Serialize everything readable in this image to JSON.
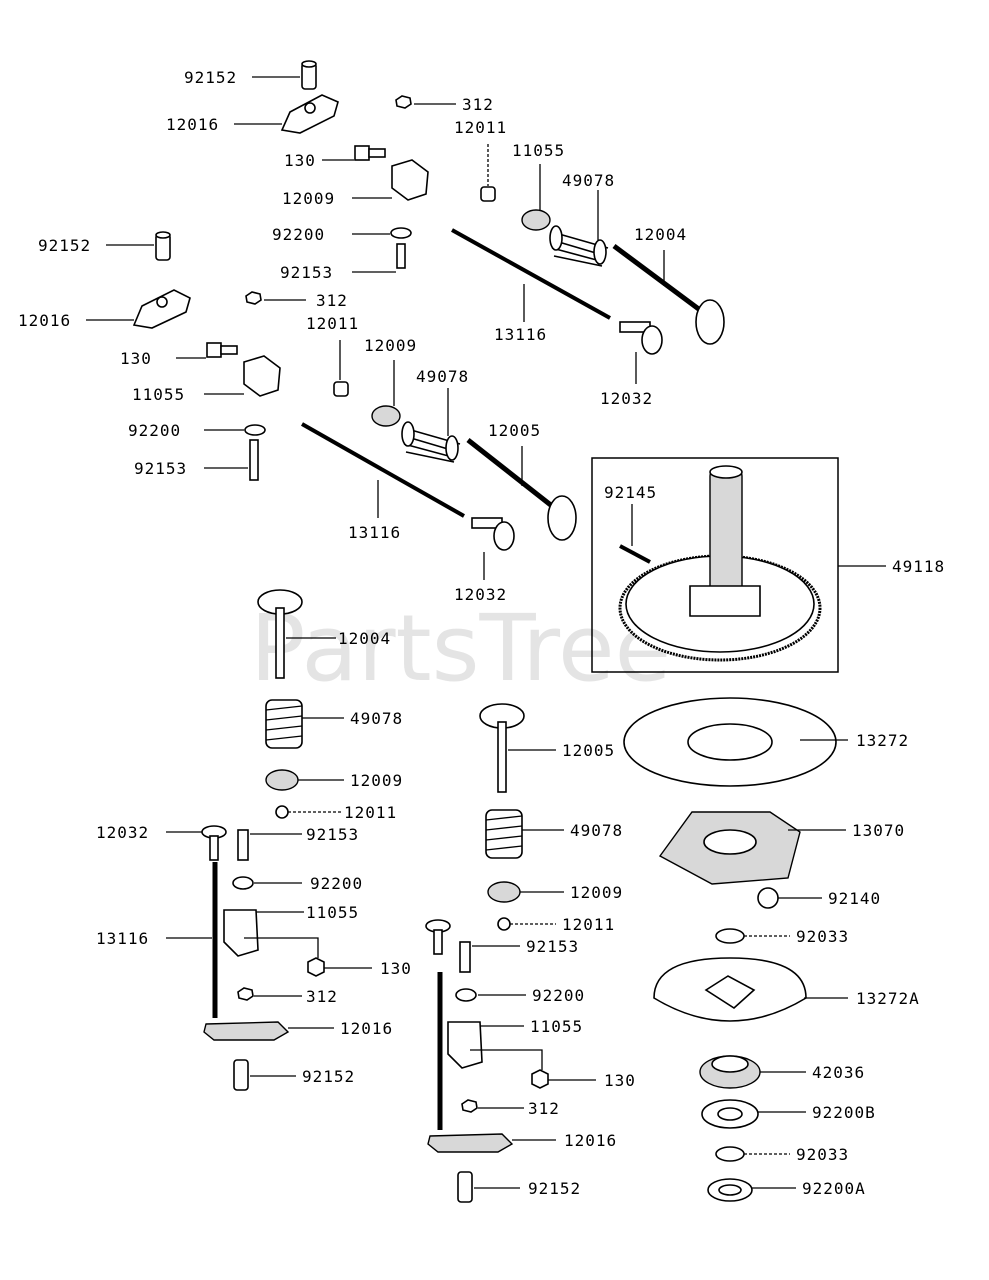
{
  "watermark": "PartsTree",
  "callouts": {
    "a1": "92152",
    "a2": "12016",
    "a3": "312",
    "a4": "12011",
    "a5": "130",
    "a6": "11055",
    "a7": "12009",
    "a8": "49078",
    "a9": "92200",
    "a10": "12004",
    "a11": "92153",
    "a12": "13116",
    "a13": "12032",
    "b1": "92152",
    "b2": "12016",
    "b3": "312",
    "b4": "12011",
    "b5": "130",
    "b6": "12009",
    "b7": "11055",
    "b8": "49078",
    "b9": "92200",
    "b10": "12005",
    "b11": "92153",
    "b12": "13116",
    "b13": "12032",
    "c1": "92145",
    "c2": "49118",
    "d1": "12004",
    "d2": "49078",
    "d3": "12009",
    "d4": "12011",
    "d5": "12032",
    "d6": "92153",
    "d7": "92200",
    "d8": "13116",
    "d9": "11055",
    "d10": "130",
    "d11": "312",
    "d12": "12016",
    "d13": "92152",
    "e1": "12005",
    "e2": "49078",
    "e3": "12009",
    "e4": "12011",
    "e5": "92153",
    "e6": "92200",
    "e7": "11055",
    "e8": "130",
    "e9": "312",
    "e10": "12016",
    "e11": "92152",
    "f1": "13272",
    "f2": "13070",
    "f3": "92140",
    "f4": "92033",
    "f5": "13272A",
    "f6": "42036",
    "f7": "92200B",
    "f8": "92033",
    "f9": "92200A"
  }
}
